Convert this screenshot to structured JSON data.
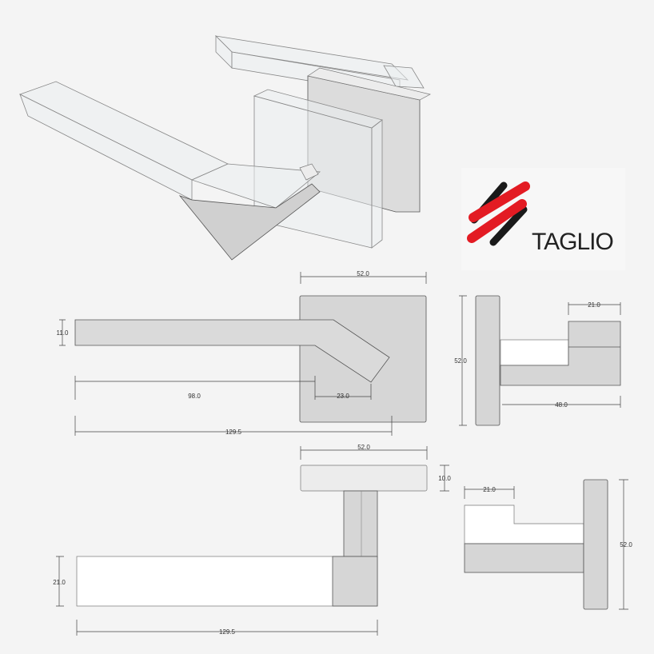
{
  "logo": {
    "text": "TAGLIO",
    "colors": {
      "red": "#e31b23",
      "black": "#1a1a1a"
    }
  },
  "front_view": {
    "dims": {
      "rose_width": "52.0",
      "lever_height": "11.0",
      "grip_length": "98.0",
      "angle_length": "23.0",
      "total_length": "129.5"
    }
  },
  "side_view": {
    "dims": {
      "height": "52.0",
      "top_width": "21.0",
      "projection": "48.0"
    }
  },
  "top_view": {
    "dims": {
      "rose_width": "52.0",
      "rose_thickness": "10.0",
      "lever_thickness": "21.0",
      "total_length": "129.5"
    }
  },
  "end_view": {
    "dims": {
      "step_width": "21.0",
      "height": "52.0"
    }
  }
}
